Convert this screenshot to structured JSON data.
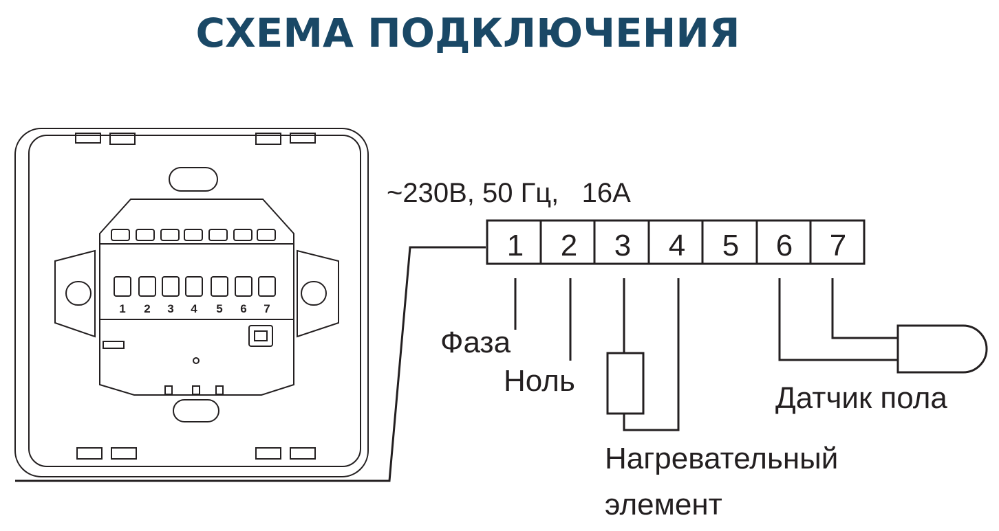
{
  "title": "СХЕМА ПОДКЛЮЧЕНИЯ",
  "power_spec": "~230В, 50 Гц,   16А",
  "terminals": [
    "1",
    "2",
    "3",
    "4",
    "5",
    "6",
    "7"
  ],
  "device_terminal_labels": [
    "1",
    "2",
    "3",
    "4",
    "5",
    "6",
    "7"
  ],
  "labels": {
    "phase": "Фаза",
    "neutral": "Ноль",
    "heater_line1": "Нагревательный",
    "heater_line2": "элемент",
    "sensor": "Датчик пола"
  },
  "colors": {
    "title": "#1a4866",
    "lines": "#231f20"
  }
}
